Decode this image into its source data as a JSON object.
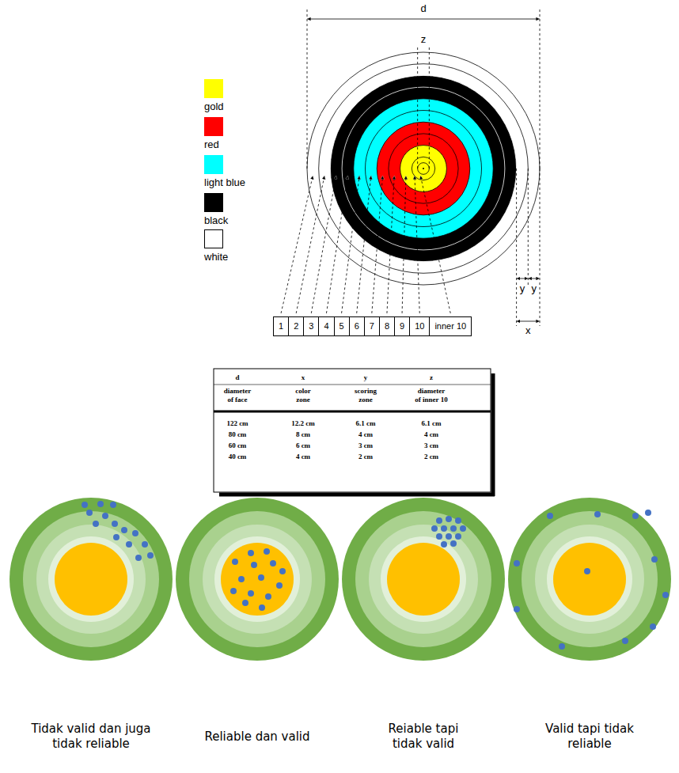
{
  "diagram": {
    "nodes": [
      {
        "text": [
          "1"
        ]
      },
      {
        "text": [
          "2"
        ]
      },
      {
        "text": [
          "3"
        ]
      },
      {
        "text": [
          "4"
        ]
      },
      {
        "text": [
          "5"
        ]
      },
      {
        "text": [
          "6"
        ]
      },
      {
        "text": [
          "7"
        ]
      },
      {
        "text": [
          "8"
        ]
      },
      {
        "text": [
          "9"
        ]
      },
      {
        "text": [
          "10"
        ]
      },
      {
        "text": [
          "inner 10"
        ]
      }
    ],
    "labels": [
      "d",
      "z",
      "y",
      "y",
      "x",
      "d",
      "x",
      "y",
      "z",
      "diameter of face",
      "color zone",
      "scoring zone",
      "diameter of inner 10",
      "122 cm",
      "12.2 cm",
      "6.1 cm",
      "6.1 cm",
      "80 cm",
      "8 cm",
      "4 cm",
      "4 cm",
      "60 cm",
      "6 cm",
      "3 cm",
      "3 cm",
      "40 cm",
      "4 cm",
      "2 cm",
      "2 cm",
      "Tidak valid dan juga tidak reliable",
      "Reliable dan valid",
      "Reiable tapi tidak valid",
      "Valid tapi tidak reliable"
    ],
    "legend": [
      {
        "text": "gold",
        "color": "#ffff00"
      },
      {
        "text": "red",
        "color": "#ff0000"
      },
      {
        "text": "light blue",
        "color": "#00ffff"
      },
      {
        "text": "black",
        "color": "#000000"
      },
      {
        "text": "white",
        "color": "#ffffff"
      }
    ]
  }
}
